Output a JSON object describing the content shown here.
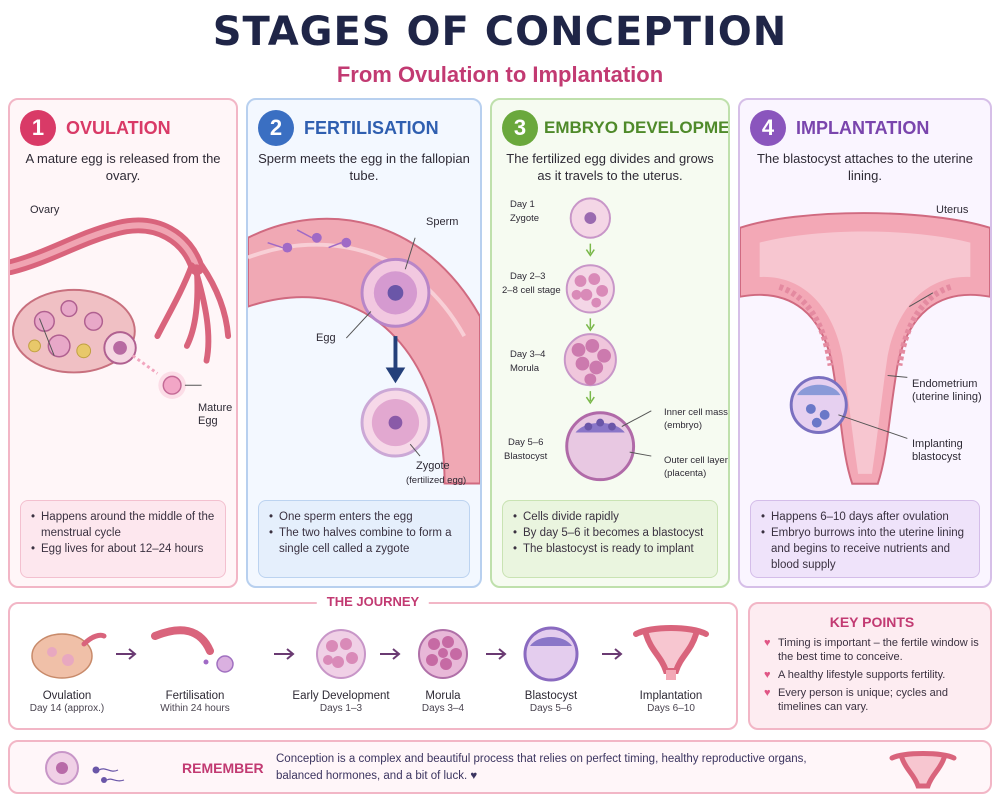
{
  "header": {
    "title": "STAGES OF CONCEPTION",
    "subtitle": "From Ovulation to Implantation"
  },
  "stages": [
    {
      "number": "1",
      "name": "OVULATION",
      "description": "A mature egg is released from the ovary.",
      "labels": {
        "ovary": "Ovary",
        "mature_egg": "Mature Egg"
      },
      "notes": [
        "Happens around the middle of the menstrual cycle",
        "Egg lives for about 12–24 hours"
      ]
    },
    {
      "number": "2",
      "name": "FERTILISATION",
      "description": "Sperm meets the egg in the fallopian tube.",
      "labels": {
        "sperm": "Sperm",
        "egg": "Egg",
        "zygote": "Zygote",
        "zygote_note": "(fertilized egg)"
      },
      "notes": [
        "One sperm enters the egg",
        "The two halves combine to form a single cell called a zygote"
      ]
    },
    {
      "number": "3",
      "name": "EMBRYO DEVELOPMENT",
      "description": "The fertilized egg divides and grows as it travels to the uterus.",
      "timeline": [
        {
          "day": "Day 1",
          "stage": "Zygote"
        },
        {
          "day": "Day 2–3",
          "stage": "2–8 cell stage"
        },
        {
          "day": "Day 3–4",
          "stage": "Morula"
        },
        {
          "day": "Day 5–6",
          "stage": "Blastocyst"
        }
      ],
      "labels": {
        "inner_mass": "Inner cell mass (embryo)",
        "outer_layer": "Outer cell layer (placenta)"
      },
      "notes": [
        "Cells divide rapidly",
        "By day 5–6 it becomes a blastocyst",
        "The blastocyst is ready to implant"
      ]
    },
    {
      "number": "4",
      "name": "IMPLANTATION",
      "description": "The blastocyst attaches to the uterine lining.",
      "labels": {
        "uterus": "Uterus",
        "endometrium": "Endometrium (uterine lining)",
        "implanting": "Implanting blastocyst"
      },
      "notes": [
        "Happens 6–10 days after ovulation",
        "Embryo burrows into the uterine lining and begins to receive nutrients and blood supply"
      ]
    }
  ],
  "journey": {
    "title": "THE JOURNEY",
    "steps": [
      {
        "name": "Ovulation",
        "time": "Day 14 (approx.)"
      },
      {
        "name": "Fertilisation",
        "time": "Within 24 hours"
      },
      {
        "name": "Early Development",
        "time": "Days 1–3"
      },
      {
        "name": "Morula",
        "time": "Days 3–4"
      },
      {
        "name": "Blastocyst",
        "time": "Days 5–6"
      },
      {
        "name": "Implantation",
        "time": "Days 6–10"
      }
    ]
  },
  "key_points": {
    "title": "KEY POINTS",
    "items": [
      "Timing is important – the fertile window is the best time to conceive.",
      "A healthy lifestyle supports fertility.",
      "Every person is unique; cycles and timelines can vary."
    ]
  },
  "remember": {
    "label": "REMEMBER",
    "text": "Conception is a complex and beautiful process that relies on perfect timing, healthy reproductive organs, balanced hormones, and a bit of luck. ♥"
  },
  "colors": {
    "title": "#1f2547",
    "accent_pink": "#c23a72",
    "stage1": "#d93a67",
    "stage2": "#3a6fc2",
    "stage3": "#6aa83c",
    "stage4": "#8a55bd"
  }
}
